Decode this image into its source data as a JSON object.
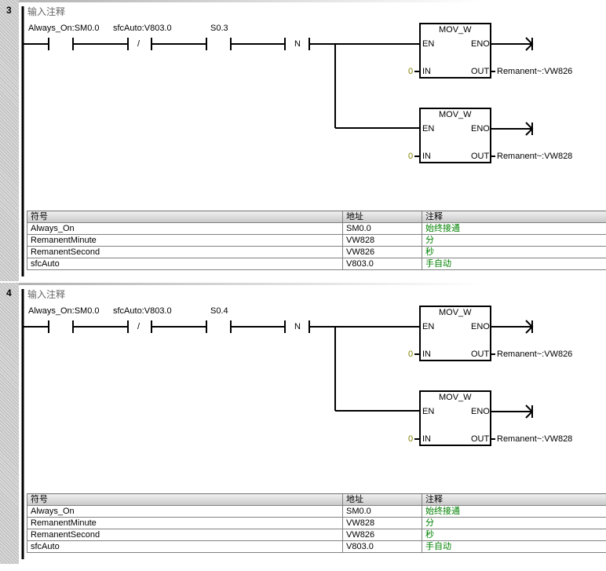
{
  "networks": [
    {
      "number": "3",
      "comment": "输入注释",
      "contacts": [
        {
          "label": "Always_On:SM0.0",
          "type": "NO"
        },
        {
          "label": "sfcAuto:V803.0",
          "type": "NC",
          "glyph": "/"
        },
        {
          "label": "S0.3",
          "type": "NO"
        }
      ],
      "not_label": "N",
      "boxes": [
        {
          "title": "MOV_W",
          "en": "EN",
          "eno": "ENO",
          "in": "IN",
          "out": "OUT",
          "in_value": "0",
          "out_value": "Remanent~:VW826"
        },
        {
          "title": "MOV_W",
          "en": "EN",
          "eno": "ENO",
          "in": "IN",
          "out": "OUT",
          "in_value": "0",
          "out_value": "Remanent~:VW828"
        }
      ],
      "table": {
        "headers": [
          "符号",
          "地址",
          "注释"
        ],
        "rows": [
          [
            "Always_On",
            "SM0.0",
            "始终接通"
          ],
          [
            "RemanentMinute",
            "VW828",
            "分"
          ],
          [
            "RemanentSecond",
            "VW826",
            "秒"
          ],
          [
            "sfcAuto",
            "V803.0",
            "手自动"
          ]
        ]
      }
    },
    {
      "number": "4",
      "comment": "输入注释",
      "contacts": [
        {
          "label": "Always_On:SM0.0",
          "type": "NO"
        },
        {
          "label": "sfcAuto:V803.0",
          "type": "NC",
          "glyph": "/"
        },
        {
          "label": "S0.4",
          "type": "NO"
        }
      ],
      "not_label": "N",
      "boxes": [
        {
          "title": "MOV_W",
          "en": "EN",
          "eno": "ENO",
          "in": "IN",
          "out": "OUT",
          "in_value": "0",
          "out_value": "Remanent~:VW826"
        },
        {
          "title": "MOV_W",
          "en": "EN",
          "eno": "ENO",
          "in": "IN",
          "out": "OUT",
          "in_value": "0",
          "out_value": "Remanent~:VW828"
        }
      ],
      "table": {
        "headers": [
          "符号",
          "地址",
          "注释"
        ],
        "rows": [
          [
            "Always_On",
            "SM0.0",
            "始终接通"
          ],
          [
            "RemanentMinute",
            "VW828",
            "分"
          ],
          [
            "RemanentSecond",
            "VW826",
            "秒"
          ],
          [
            "sfcAuto",
            "V803.0",
            "手自动"
          ]
        ]
      }
    }
  ],
  "colors": {
    "comment_text": "#008000",
    "constant": "#808000"
  }
}
